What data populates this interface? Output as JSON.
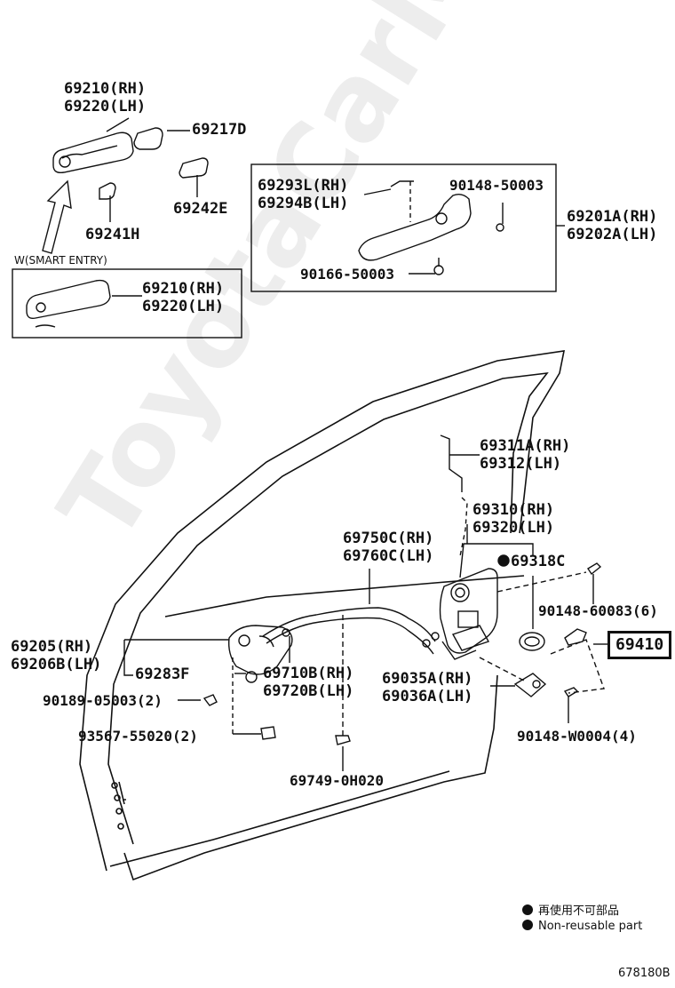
{
  "watermark": "ToyotaCarMine.ru",
  "labels": {
    "p69210_rh_top": "69210(RH)",
    "p69220_lh_top": "69220(LH)",
    "p69217d": "69217D",
    "p69241h": "69241H",
    "p69242e": "69242E",
    "smart_entry": "W(SMART ENTRY)",
    "p69210_rh_smart": "69210(RH)",
    "p69220_lh_smart": "69220(LH)",
    "p69293l": "69293L(RH)",
    "p69294b": "69294B(LH)",
    "p90148_50003": "90148-50003",
    "p69201a": "69201A(RH)",
    "p69202a": "69202A(LH)",
    "p90166_50003": "90166-50003",
    "p69311a": "69311A(RH)",
    "p69312": "69312(LH)",
    "p69310": "69310(RH)",
    "p69320": "69320(LH)",
    "p69750c": "69750C(RH)",
    "p69760c": "69760C(LH)",
    "p69318c": "69318C",
    "p90148_60083": "90148-60083(6)",
    "p69410": "69410",
    "p69205": "69205(RH)",
    "p69206b": "69206B(LH)",
    "p69283f": "69283F",
    "p69710b": "69710B(RH)",
    "p69720b": "69720B(LH)",
    "p69035a": "69035A(RH)",
    "p69036a": "69036A(LH)",
    "p90189_05003": "90189-05003(2)",
    "p93567_55020": "93567-55020(2)",
    "p69749_0h020": "69749-0H020",
    "p90148_w0004": "90148-W0004(4)"
  },
  "legend": {
    "jp": "再使用不可部品",
    "en": "Non-reusable part"
  },
  "diagram_id": "678180B"
}
